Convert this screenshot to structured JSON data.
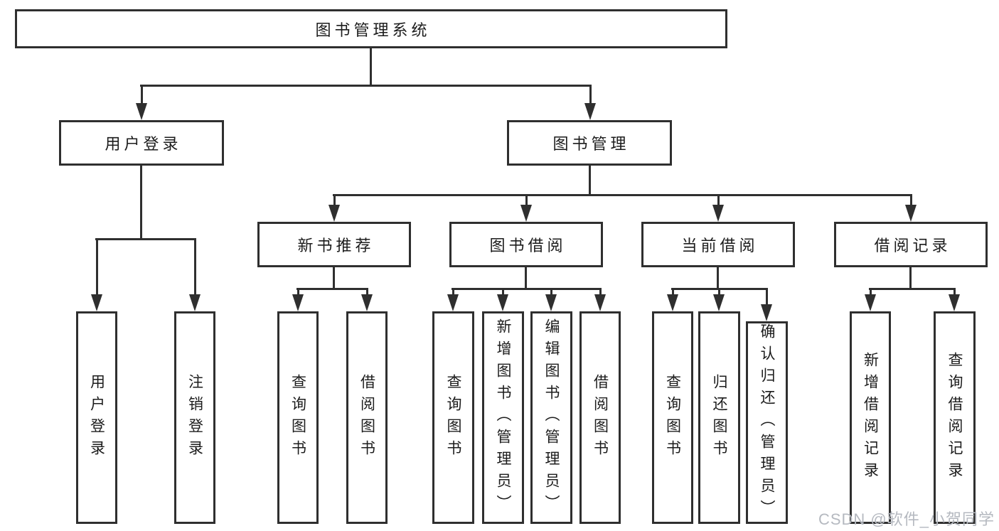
{
  "colors": {
    "line": "#2f2f2f",
    "text": "#1c1c1c",
    "background": "#ffffff",
    "watermark": "#b5b9c0"
  },
  "watermark": "CSDN @软件_小贺同学",
  "diagram": {
    "root": {
      "label": "图书管理系统"
    },
    "level2": [
      {
        "label": "用户登录"
      },
      {
        "label": "图书管理"
      }
    ],
    "level3": [
      {
        "label": "新书推荐"
      },
      {
        "label": "图书借阅"
      },
      {
        "label": "当前借阅"
      },
      {
        "label": "借阅记录"
      }
    ],
    "leaves": [
      {
        "label": "用户登录"
      },
      {
        "label": "注销登录"
      },
      {
        "label": "查询图书"
      },
      {
        "label": "借阅图书"
      },
      {
        "label": "查询图书"
      },
      {
        "label": "新增图书（管理员）"
      },
      {
        "label": "编辑图书（管理员）"
      },
      {
        "label": "借阅图书"
      },
      {
        "label": "查询图书"
      },
      {
        "label": "归还图书"
      },
      {
        "label": "确认归还（管理员）"
      },
      {
        "label": "新增借阅记录"
      },
      {
        "label": "查询借阅记录"
      }
    ]
  }
}
